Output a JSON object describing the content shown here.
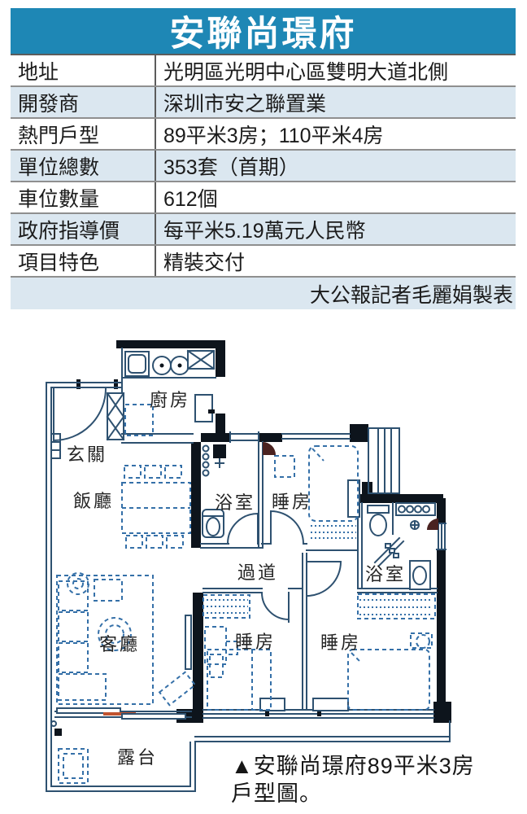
{
  "title": "安聯尚璟府",
  "table": {
    "rows": [
      {
        "label": "地址",
        "value": "光明區光明中心區雙明大道北側"
      },
      {
        "label": "開發商",
        "value": "深圳市安之聯置業"
      },
      {
        "label": "熱門戶型",
        "value": "89平米3房；110平米4房"
      },
      {
        "label": "單位總數",
        "value": "353套（首期）"
      },
      {
        "label": "車位數量",
        "value": "612個"
      },
      {
        "label": "政府指導價",
        "value": "每平米5.19萬元人民幣"
      },
      {
        "label": "項目特色",
        "value": "精裝交付"
      }
    ],
    "credit": "大公報記者毛麗娟製表"
  },
  "floor_plan": {
    "rooms": [
      {
        "name": "kitchen",
        "label": "廚房"
      },
      {
        "name": "entry",
        "label": "玄關"
      },
      {
        "name": "dining",
        "label": "飯廳"
      },
      {
        "name": "bathroom-1",
        "label": "浴室"
      },
      {
        "name": "bedroom-1",
        "label": "睡房"
      },
      {
        "name": "corridor",
        "label": "過道"
      },
      {
        "name": "living",
        "label": "客廳"
      },
      {
        "name": "bathroom-2",
        "label": "浴室"
      },
      {
        "name": "bedroom-2",
        "label": "睡房"
      },
      {
        "name": "bedroom-3",
        "label": "睡房"
      },
      {
        "name": "balcony",
        "label": "露台"
      }
    ],
    "caption_line1": "▲安聯尚璟府89平米3房",
    "caption_line2": "戶型圖。"
  },
  "colors": {
    "header_bg": "#1e87b5",
    "row_alt_bg": "#dbe7f0",
    "plan_line": "#2e5170",
    "plan_dark": "#0d141c",
    "furn": "#3570a8",
    "accent_orange": "#c0532f"
  }
}
